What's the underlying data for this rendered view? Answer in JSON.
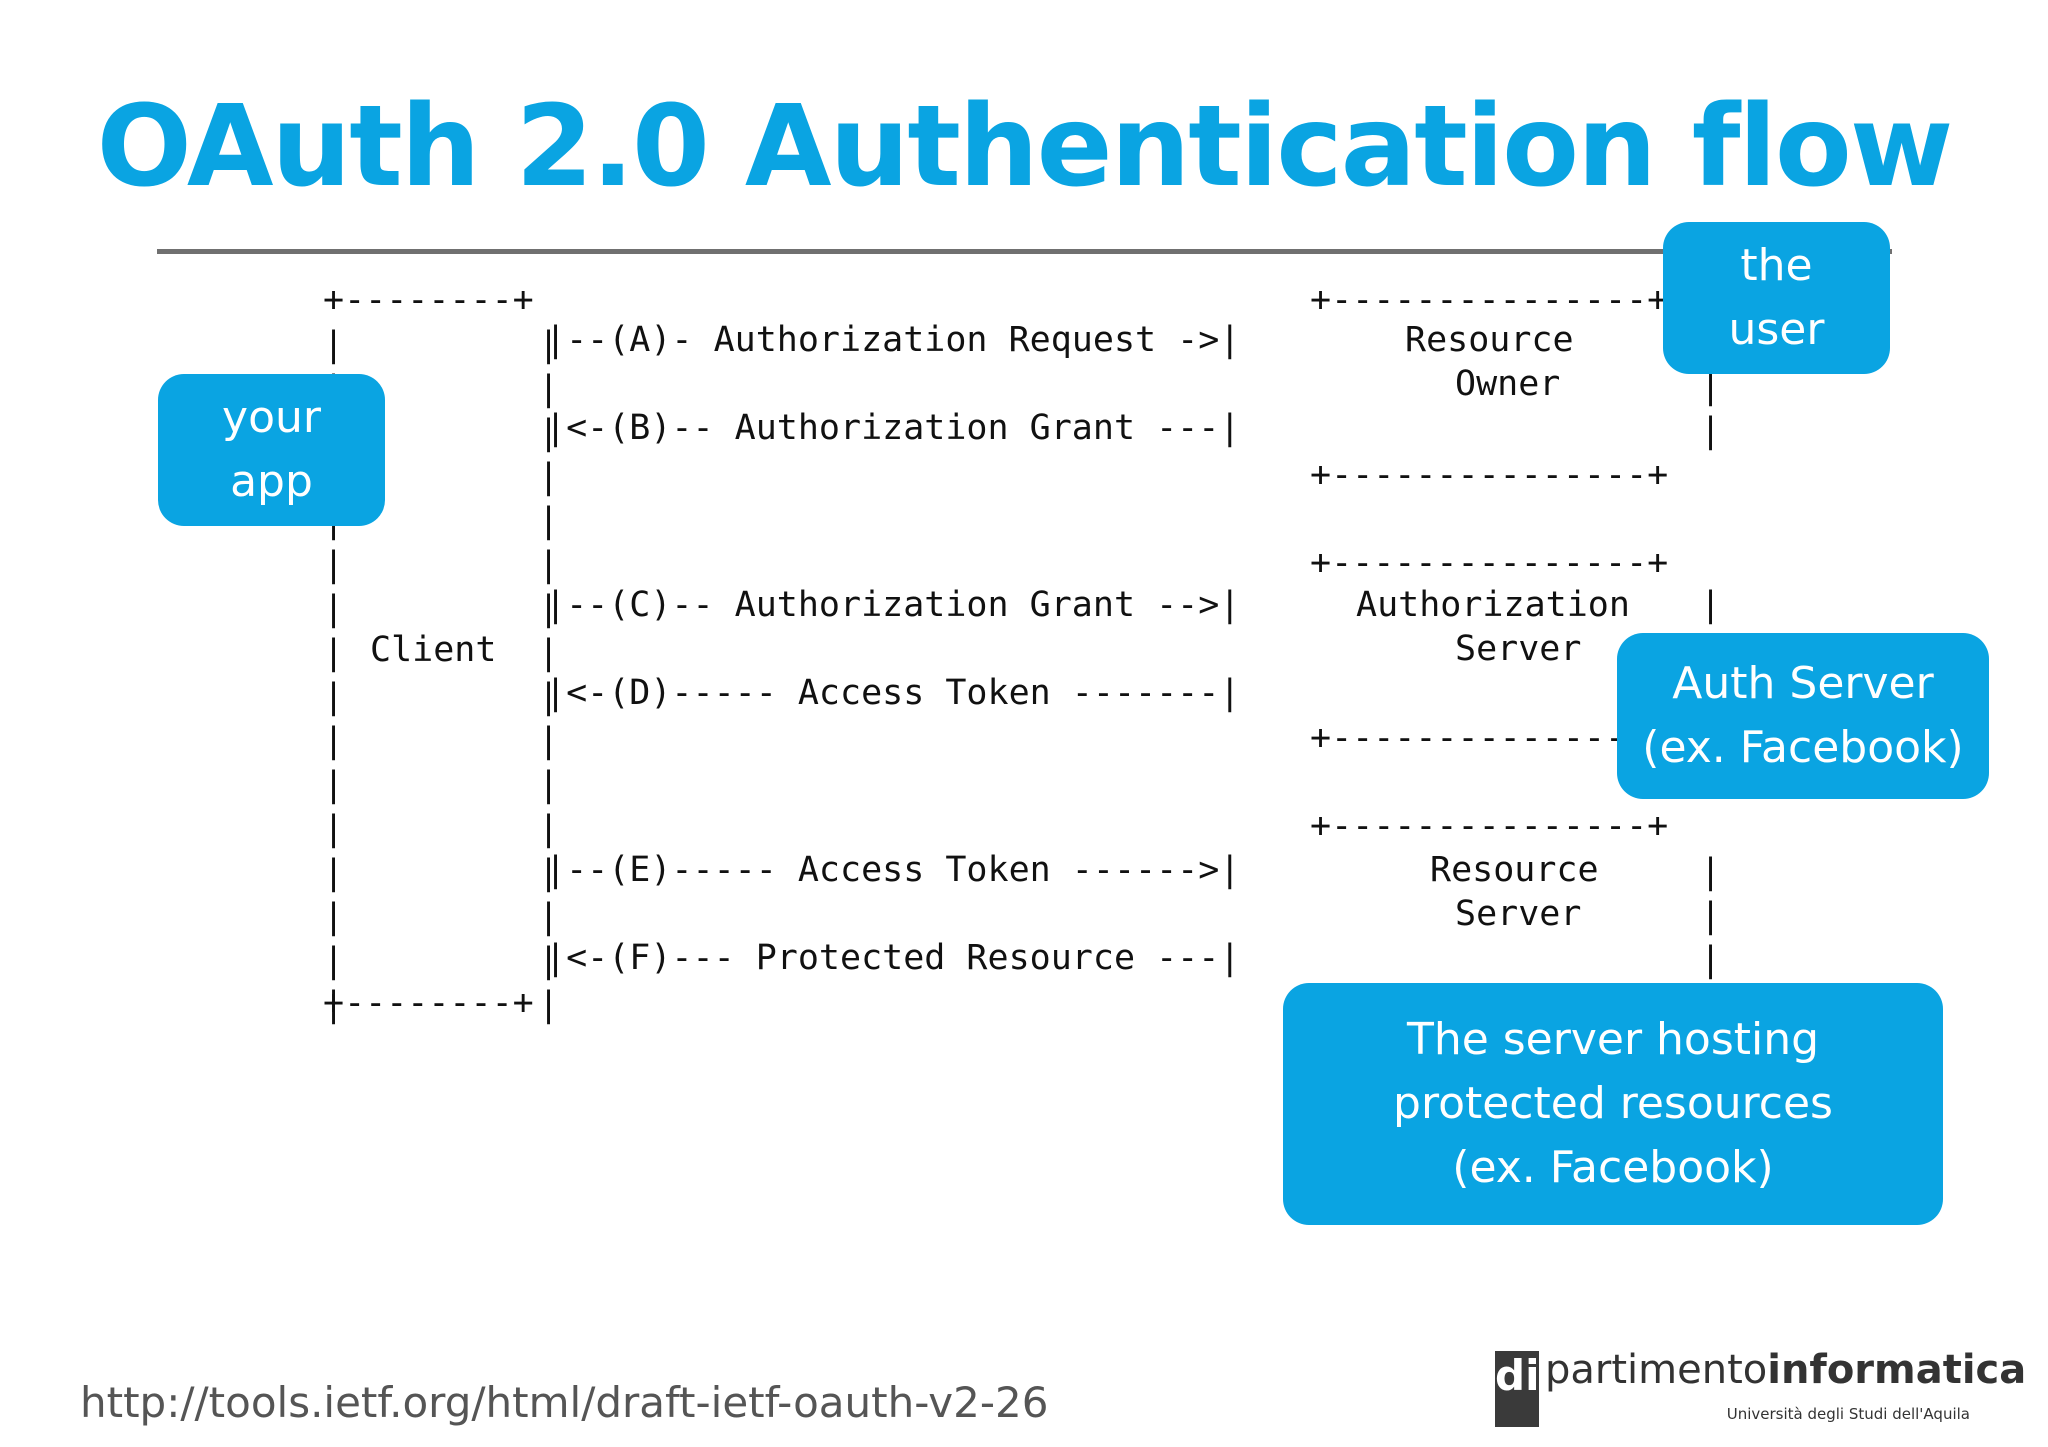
{
  "title": "OAuth 2.0 Authentication flow",
  "colors": {
    "accent": "#0aa4e2",
    "rule": "#707070",
    "text": "#111111"
  },
  "diagram": {
    "client_label": "Client",
    "resource_owner": [
      "Resource",
      "Owner"
    ],
    "authorization_server": [
      "Authorization",
      "Server"
    ],
    "resource_server": [
      "Resource",
      "Server"
    ],
    "arrows": [
      "|--(A)- Authorization Request ->|",
      "|<-(B)-- Authorization Grant ---|",
      "|--(C)-- Authorization Grant -->|",
      "|<-(D)----- Access Token -------|",
      "|--(E)----- Access Token ------>|",
      "|<-(F)--- Protected Resource ---|"
    ]
  },
  "callouts": {
    "your_app": [
      "your",
      "app"
    ],
    "the_user": [
      "the",
      "user"
    ],
    "auth_server": [
      "Auth Server",
      "(ex. Facebook)"
    ],
    "resource_server": [
      "The server hosting",
      "protected resources",
      "(ex. Facebook)"
    ]
  },
  "footer": {
    "url": "http://tools.ietf.org/html/draft-ietf-oauth-v2-26",
    "logo_prefix": "di",
    "logo_word_regular": "partimento",
    "logo_word_bold": "informatica",
    "logo_subtitle": "Università degli Studi dell'Aquila"
  }
}
